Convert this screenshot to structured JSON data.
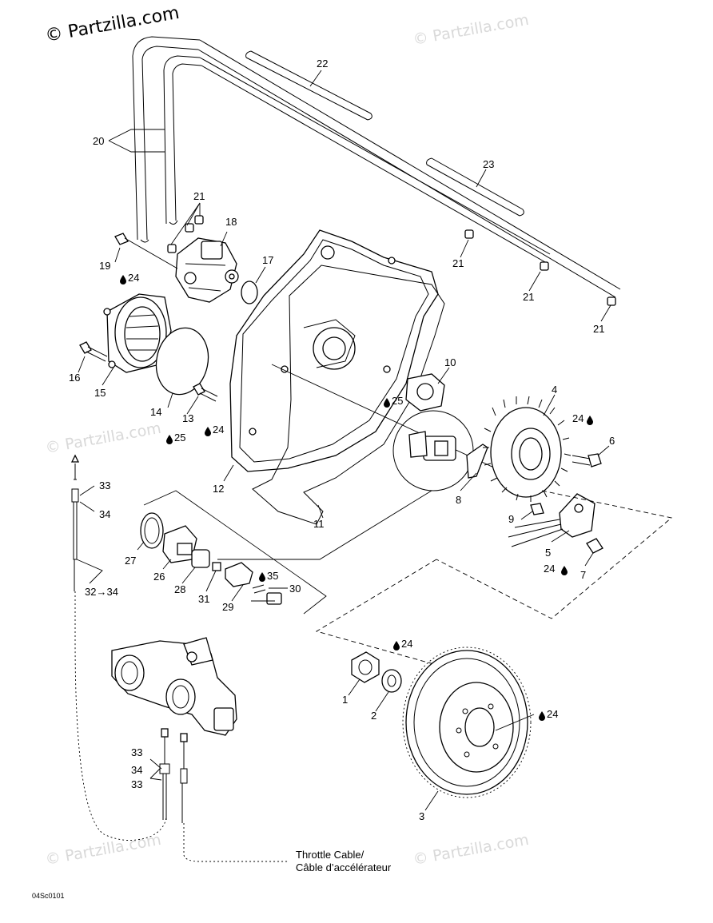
{
  "watermark_main": "© Partzilla.com",
  "watermark_faint": "© Partzilla.com",
  "diagram_code": "04Sc0101",
  "callouts": {
    "c1": "1",
    "c2": "2",
    "c3": "3",
    "c4": "4",
    "c5": "5",
    "c6": "6",
    "c7": "7",
    "c8": "8",
    "c9": "9",
    "c10": "10",
    "c11": "11",
    "c12": "12",
    "c13": "13",
    "c14": "14",
    "c15": "15",
    "c16": "16",
    "c17": "17",
    "c18": "18",
    "c19": "19",
    "c20": "20",
    "c21": "21",
    "c22": "22",
    "c23": "23",
    "c26": "26",
    "c27": "27",
    "c28": "28",
    "c29": "29",
    "c30": "30",
    "c31": "31",
    "c33": "33",
    "c34": "34",
    "c32_34": "32→34",
    "lub24": "24",
    "lub25": "25",
    "lub35": "35"
  },
  "cable_label": {
    "line1": "Throttle Cable/",
    "line2": "Câble d’accélérateur"
  }
}
